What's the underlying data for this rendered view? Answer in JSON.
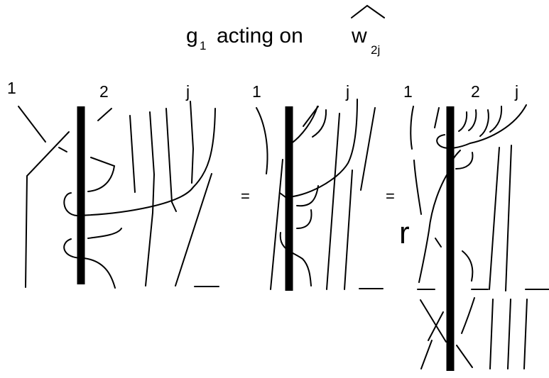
{
  "title": {
    "g": "g",
    "g_sub": "1",
    "middle": "acting on",
    "w": "w",
    "w_sub": "2j"
  },
  "panels": [
    {
      "labels": [
        "1",
        "2",
        "j"
      ]
    },
    {
      "labels": [
        "1",
        "j"
      ]
    },
    {
      "labels": [
        "1",
        "2",
        "j"
      ]
    }
  ],
  "equals": [
    "=",
    "="
  ],
  "r_label": "r"
}
